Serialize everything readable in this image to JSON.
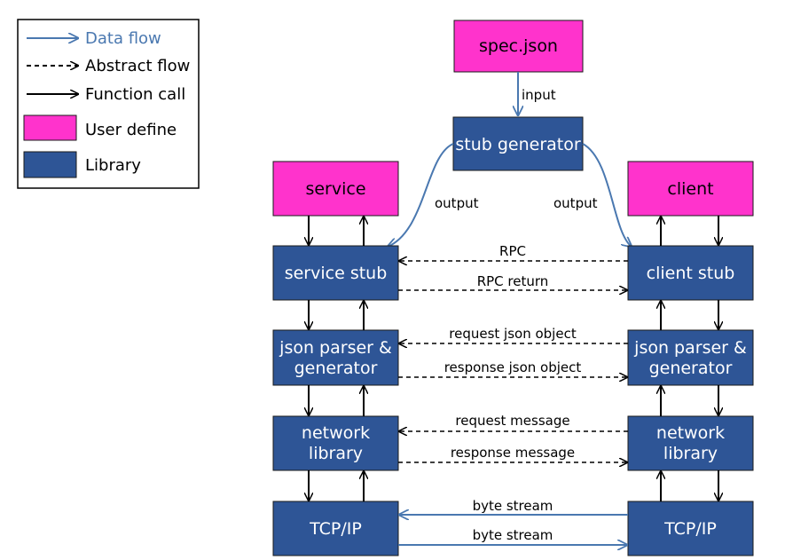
{
  "legend": {
    "data_flow": "Data flow",
    "abstract_flow": "Abstract flow",
    "function_call": "Function call",
    "user_define": "User define",
    "library": "Library"
  },
  "colors": {
    "user_define": "#ff33cc",
    "library": "#2e5596",
    "data_flow": "#4a78b0",
    "border": "#1a1a1a"
  },
  "nodes": {
    "spec": "spec.json",
    "stub_generator": "stub generator",
    "service": "service",
    "client": "client",
    "service_stub": "service stub",
    "client_stub": "client stub",
    "service_parser_1": "json parser &",
    "service_parser_2": "generator",
    "client_parser_1": "json parser &",
    "client_parser_2": "generator",
    "service_network_1": "network",
    "service_network_2": "library",
    "client_network_1": "network",
    "client_network_2": "library",
    "service_tcp": "TCP/IP",
    "client_tcp": "TCP/IP"
  },
  "edges": {
    "input": "input",
    "output_left": "output",
    "output_right": "output",
    "rpc": "RPC",
    "rpc_return": "RPC return",
    "request_json": "request json object",
    "response_json": "response json object",
    "request_message": "request message",
    "response_message": "response message",
    "byte_stream_1": "byte stream",
    "byte_stream_2": "byte stream"
  }
}
